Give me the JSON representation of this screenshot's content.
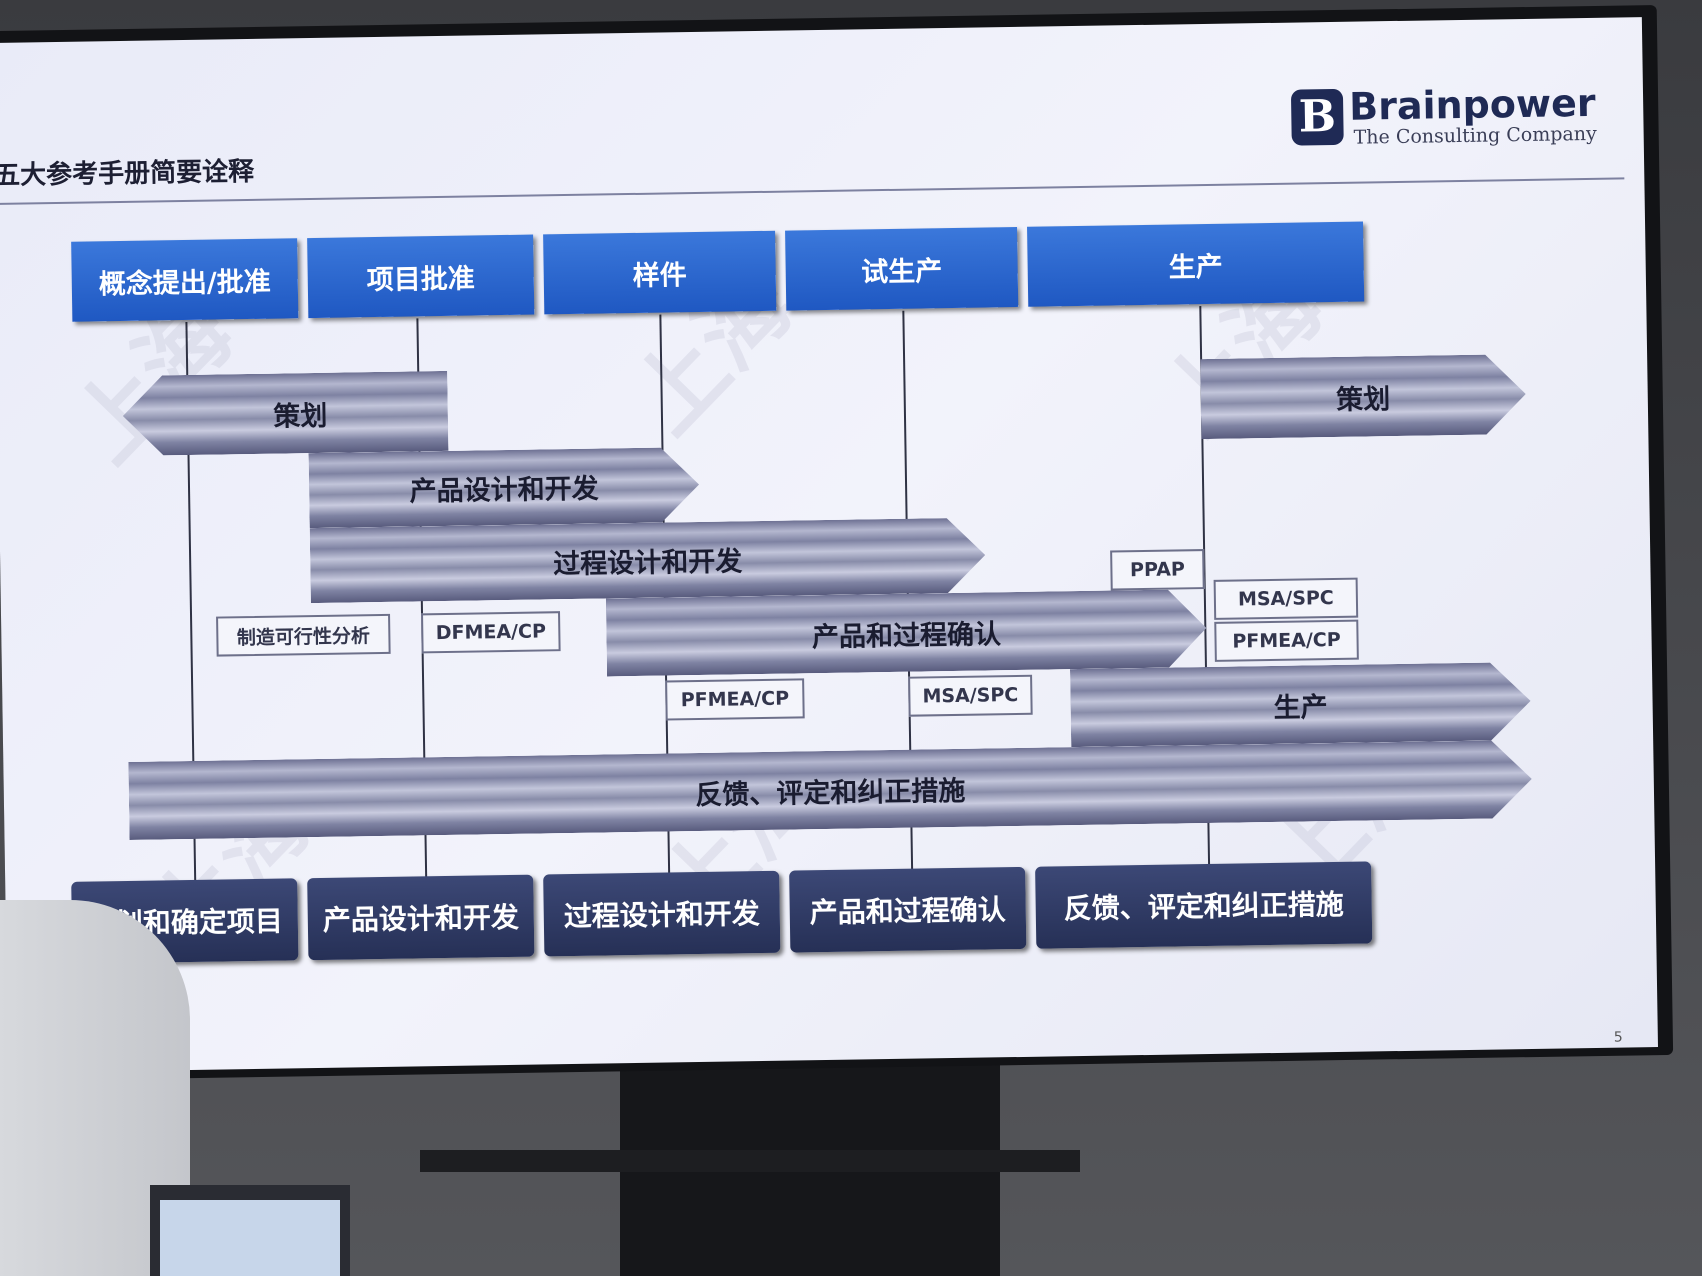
{
  "slide": {
    "title": "五大参考手册简要诠释",
    "page_number": "5"
  },
  "logo": {
    "mark": "B",
    "name": "Brainpower",
    "tagline": "The Consulting Company"
  },
  "phases": [
    {
      "label": "概念提出/批准"
    },
    {
      "label": "项目批准"
    },
    {
      "label": "样件"
    },
    {
      "label": "试生产"
    },
    {
      "label": "生产"
    }
  ],
  "bars": {
    "planning_left": "策划",
    "planning_right": "策划",
    "product_design": "产品设计和开发",
    "process_design": "过程设计和开发",
    "validation": "产品和过程确认",
    "production": "生产",
    "feedback": "反馈、评定和纠正措施"
  },
  "tags": {
    "feasibility": "制造可行性分析",
    "dfmea_cp": "DFMEA/CP",
    "pfmea_cp_lower": "PFMEA/CP",
    "msa_spc_lower": "MSA/SPC",
    "ppap": "PPAP",
    "msa_spc_right": "MSA/SPC",
    "pfmea_cp_right": "PFMEA/CP"
  },
  "stages": [
    {
      "label": "计划和确定项目"
    },
    {
      "label": "产品设计和开发"
    },
    {
      "label": "过程设计和开发"
    },
    {
      "label": "产品和过程确认"
    },
    {
      "label": "反馈、评定和纠正措施"
    }
  ],
  "colors": {
    "phase_blue": "#2a66cf",
    "stage_navy": "#2f3a66",
    "bar_steel": "#8a8eaa"
  }
}
